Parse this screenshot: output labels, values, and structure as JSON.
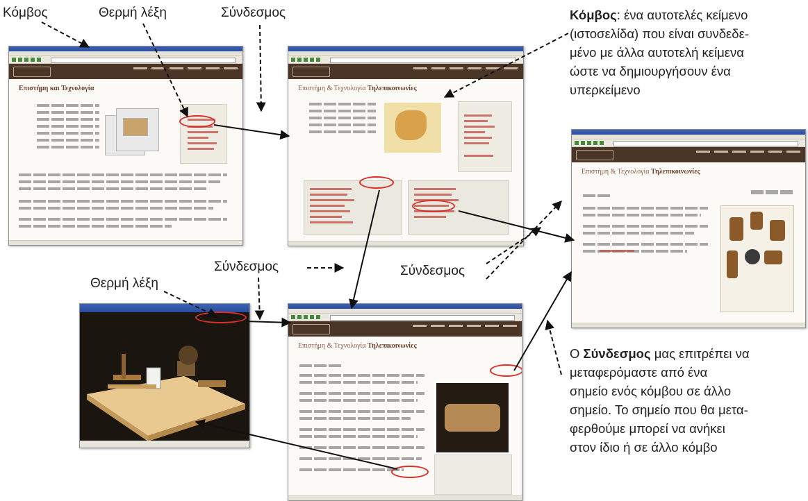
{
  "labels": {
    "komvos_top": "Κόμβος",
    "thermi_top": "Θερμή λέξη",
    "syndesmos_top": "Σύνδεσμος",
    "thermi_left": "Θερμή λέξη",
    "syndesmos_mid": "Σύνδεσμος",
    "syndesmos_right": "Σύνδεσμος"
  },
  "definitions": {
    "node": {
      "term": "Κόμβος",
      "lines": [
        ": ένα αυτοτελές κείμενο",
        "(ιστοσελίδα) που είναι συνδεδε-",
        "μένο με άλλα αυτοτελή κείμενα",
        "ώστε να δημιουργήσουν ένα",
        "υπερκείμενο"
      ]
    },
    "link": {
      "prefix": "Ο ",
      "term": "Σύνδεσμος",
      "lines": [
        " μας επιτρέπει να",
        "μεταφερόμαστε από ένα",
        "σημείο ενός κόμβου σε άλλο",
        "σημείο. Το σημείο που θα μετα-",
        "φερθούμε μπορεί να ανήκει",
        "στον ίδιο ή σε άλλο κόμβο"
      ]
    }
  },
  "screens": {
    "w1": {
      "heading": "Επιστήμη και Τεχνολογία"
    },
    "w2": {
      "heading_light": "Επιστήμη & Τεχνολογία",
      "heading_strong": "Τηλεπικοινωνίες"
    },
    "w3": {
      "heading_light": "Επιστήμη & Τεχνολογία",
      "heading_strong": "Τηλεπικοινωνίες"
    },
    "w4": {
      "heading_light": "Επιστήμη & Τεχνολογία",
      "heading_strong": "Τηλεπικοινωνίες"
    }
  },
  "colors": {
    "hotspot": "#d9302a",
    "banner": "#4a3527",
    "titlebar": "#2a4c9d",
    "arrow": "#111111"
  }
}
